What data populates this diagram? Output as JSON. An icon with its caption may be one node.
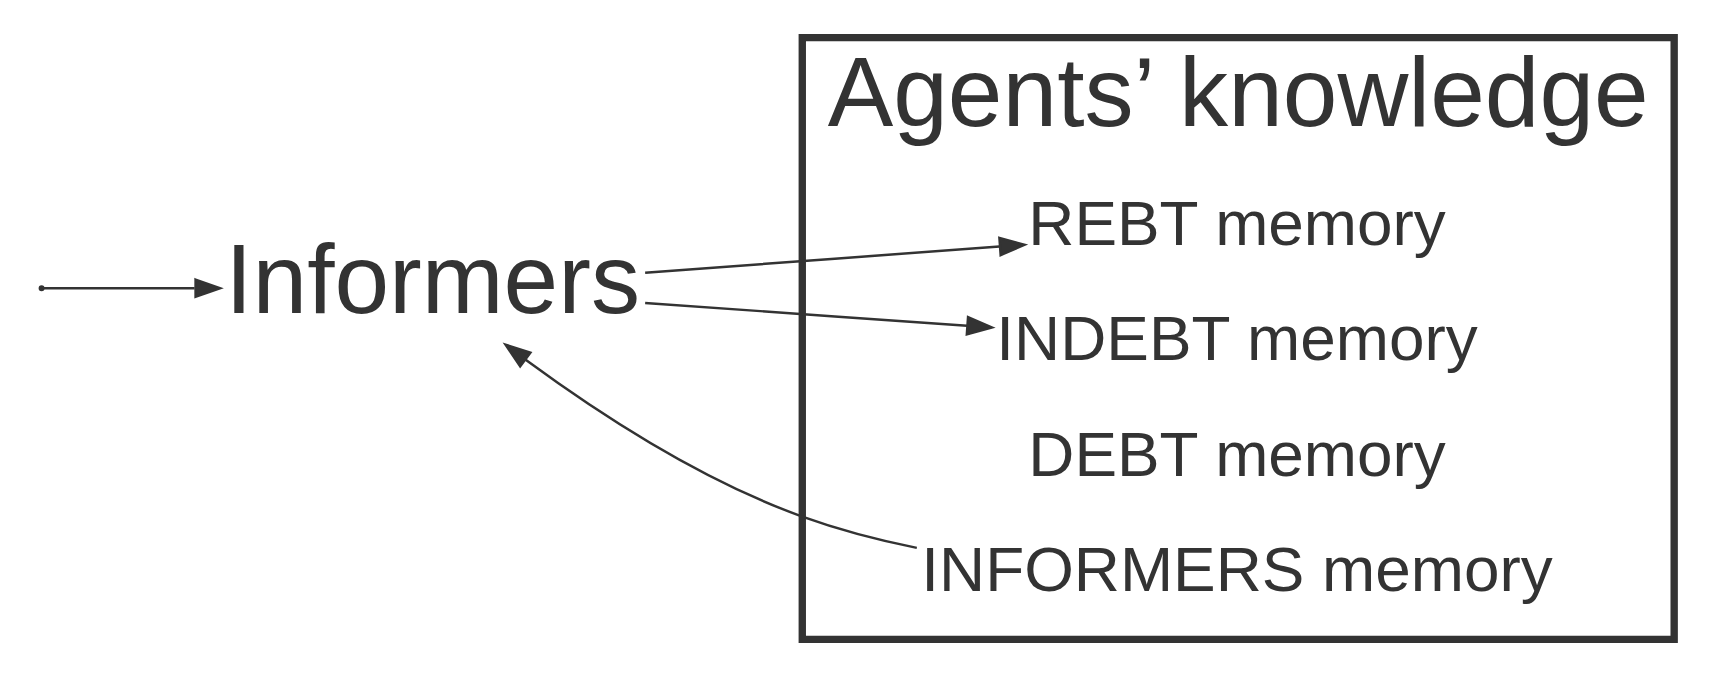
{
  "diagram": {
    "nodes": [
      {
        "text": [
          "Informers"
        ]
      },
      {
        "text": [
          "Agents’ knowledge"
        ]
      },
      {
        "text": [
          "REBT memory"
        ],
        "in": 1
      },
      {
        "text": [
          "INDEBT memory"
        ],
        "in": 1
      },
      {
        "text": [
          "DEBT memory"
        ],
        "in": 1
      },
      {
        "text": [
          "INFORMERS memory"
        ],
        "in": 1
      }
    ],
    "edges": [
      {
        "from": null,
        "to": 0,
        "arrow": "to"
      },
      {
        "from": 0,
        "to": 2,
        "arrow": "to"
      },
      {
        "from": 0,
        "to": 3,
        "arrow": "to"
      },
      {
        "from": 5,
        "to": 0,
        "arrow": "to"
      }
    ]
  }
}
